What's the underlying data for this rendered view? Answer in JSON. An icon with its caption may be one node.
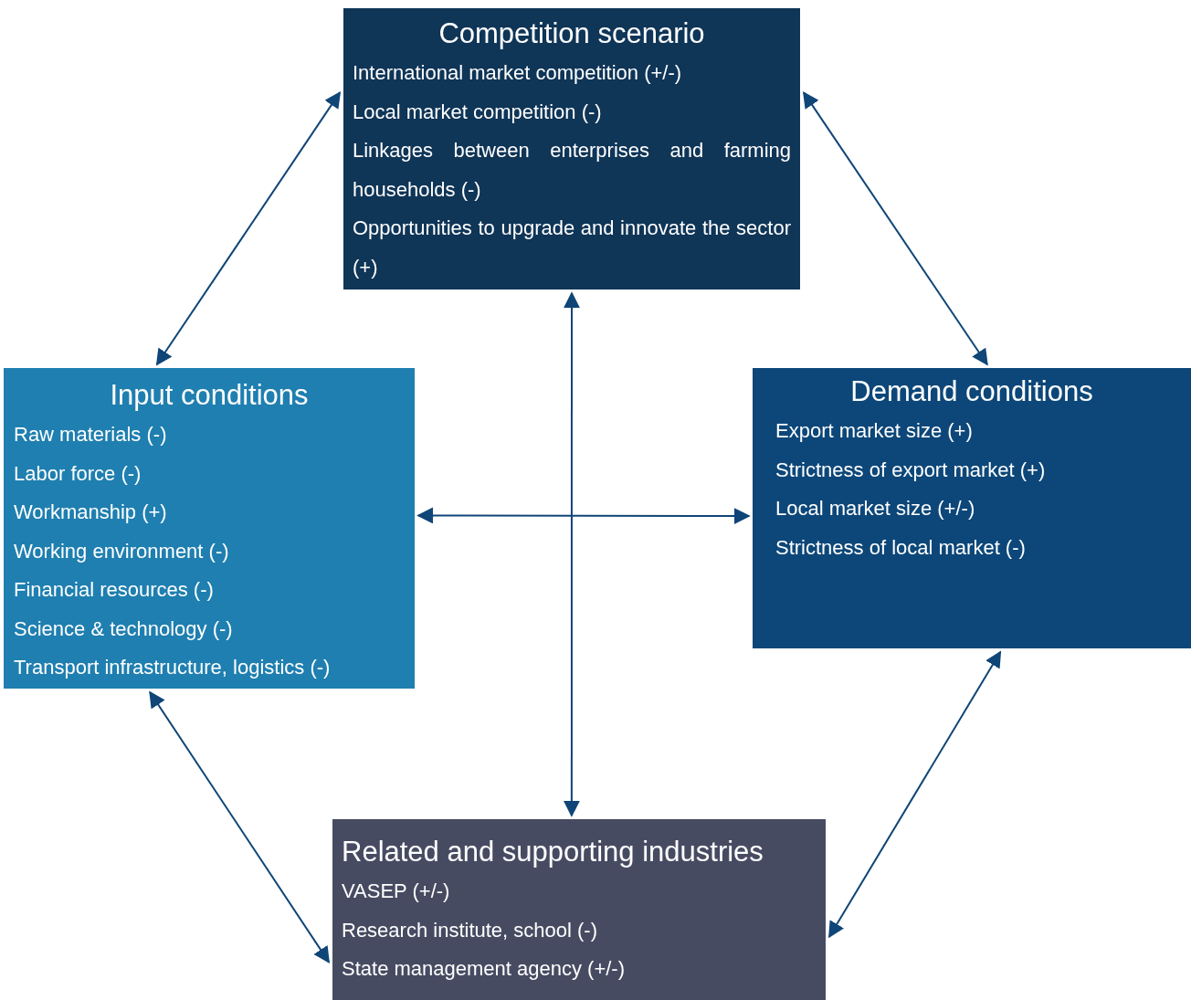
{
  "diagram": {
    "nodes": [
      {
        "text": [
          "Competition scenario",
          "International market competition (+/-)",
          "Local market competition (-)",
          "Linkages between enterprises and farming households (-)",
          "Opportunities to upgrade and innovate the sector (+)"
        ]
      },
      {
        "text": [
          "Input conditions",
          "Raw materials (-)",
          "Labor force (-)",
          "Workmanship (+)",
          "Working environment (-)",
          "Financial resources (-)",
          "Science & technology (-)",
          "Transport infrastructure, logistics (-)"
        ]
      },
      {
        "text": [
          "Demand conditions",
          "Export market size (+)",
          "Strictness of export market (+)",
          "Local market size (+/-)",
          "Strictness of local market (-)"
        ]
      },
      {
        "text": [
          "Related and supporting industries",
          "VASEP (+/-)",
          "Research institute, school (-)",
          "State management agency (+/-)"
        ]
      }
    ],
    "edges": [
      {
        "from": 0,
        "to": 1,
        "arrow": "both"
      },
      {
        "from": 0,
        "to": 2,
        "arrow": "both"
      },
      {
        "from": 0,
        "to": 3,
        "arrow": "both"
      },
      {
        "from": 1,
        "to": 2,
        "arrow": "both"
      },
      {
        "from": 1,
        "to": 3,
        "arrow": "both"
      },
      {
        "from": 2,
        "to": 3,
        "arrow": "both"
      }
    ]
  }
}
